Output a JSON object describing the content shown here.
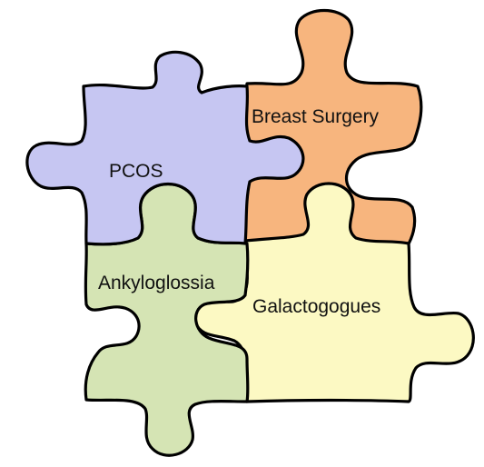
{
  "pieces": [
    {
      "label": "PCOS",
      "color": "#c6c6f2"
    },
    {
      "label": "Breast Surgery",
      "color": "#f7b57e"
    },
    {
      "label": "Ankyloglossia",
      "color": "#d5e4b4"
    },
    {
      "label": "Galactogogues",
      "color": "#fcf9c3"
    }
  ]
}
